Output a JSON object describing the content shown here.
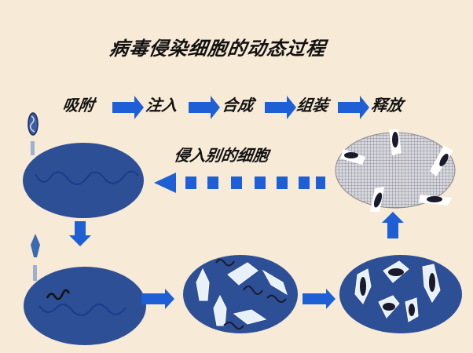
{
  "title": "病毒侵染细胞的动态过程",
  "steps": [
    {
      "label": "吸附"
    },
    {
      "label": "注入"
    },
    {
      "label": "合成"
    },
    {
      "label": "组装"
    },
    {
      "label": "释放"
    }
  ],
  "reinvade_label": "侵入别的细胞",
  "colors": {
    "background": "#f7ead6",
    "cell": "#2d4f96",
    "arrow": "#1f5fd6",
    "text": "#111111"
  }
}
